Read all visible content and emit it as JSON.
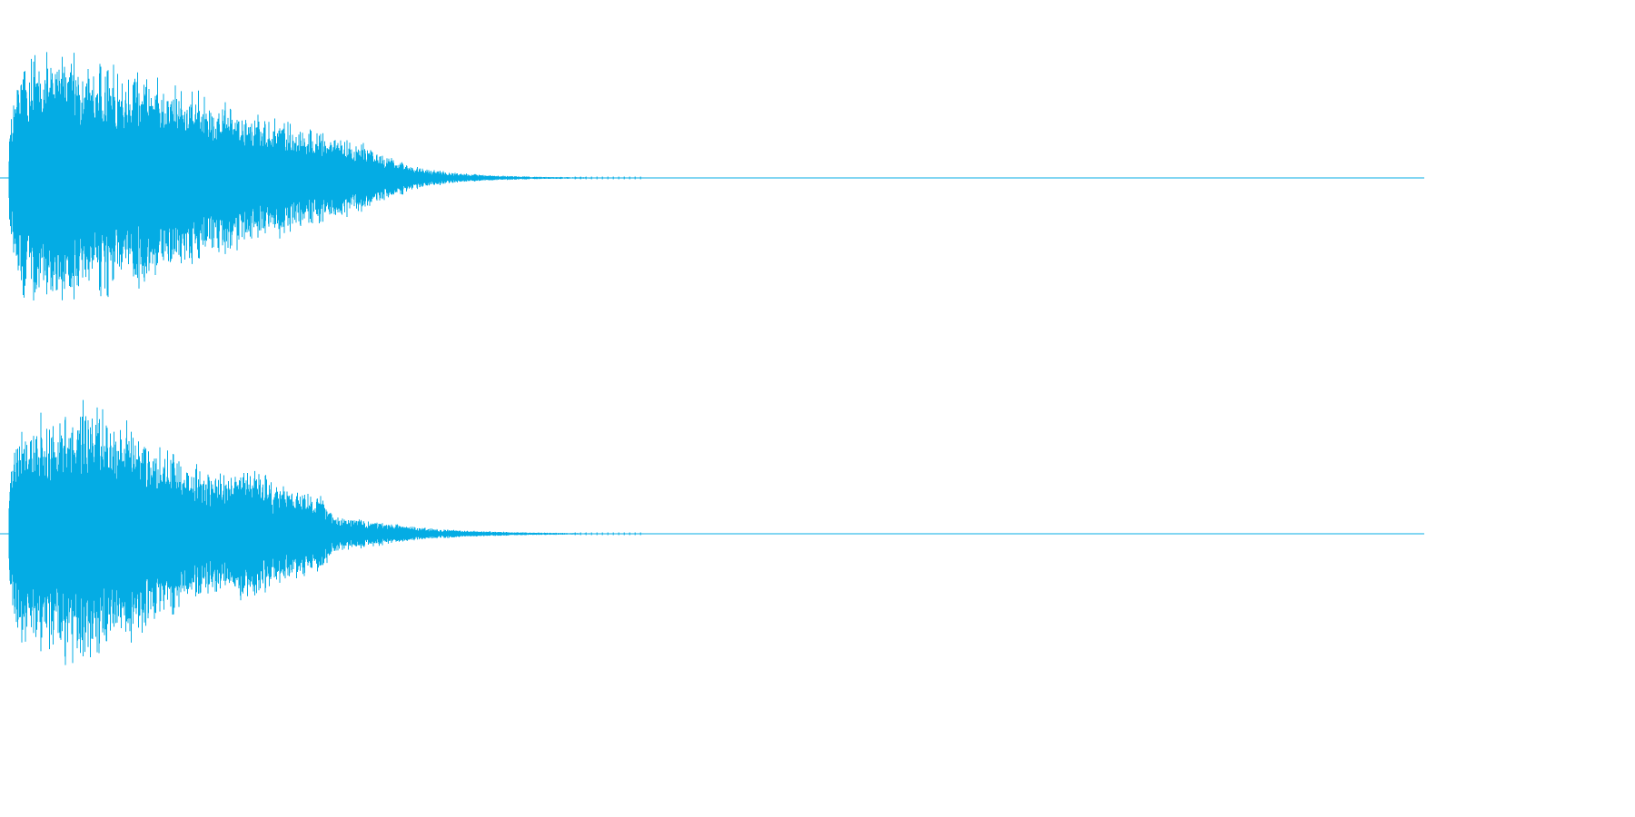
{
  "waveform": {
    "wave_color": "#04ACE4",
    "background_color": "#FFFFFF",
    "channel_count": 2,
    "channels": [
      {
        "name": "",
        "envelope": [
          [
            0.0,
            0.35
          ],
          [
            0.004,
            0.72
          ],
          [
            0.01,
            0.93
          ],
          [
            0.02,
            0.98
          ],
          [
            0.035,
            0.95
          ],
          [
            0.06,
            0.9
          ],
          [
            0.08,
            0.86
          ],
          [
            0.1,
            0.79
          ],
          [
            0.13,
            0.67
          ],
          [
            0.16,
            0.55
          ],
          [
            0.19,
            0.45
          ],
          [
            0.22,
            0.36
          ],
          [
            0.25,
            0.26
          ],
          [
            0.27,
            0.16
          ],
          [
            0.29,
            0.08
          ],
          [
            0.31,
            0.045
          ],
          [
            0.34,
            0.02
          ],
          [
            0.37,
            0.01
          ],
          [
            0.41,
            0.005
          ],
          [
            0.44,
            0.0
          ]
        ]
      },
      {
        "name": "",
        "envelope": [
          [
            0.0,
            0.35
          ],
          [
            0.004,
            0.7
          ],
          [
            0.01,
            0.82
          ],
          [
            0.03,
            0.95
          ],
          [
            0.05,
            1.0
          ],
          [
            0.07,
            0.9
          ],
          [
            0.09,
            0.83
          ],
          [
            0.1,
            0.68
          ],
          [
            0.13,
            0.52
          ],
          [
            0.15,
            0.45
          ],
          [
            0.17,
            0.52
          ],
          [
            0.19,
            0.38
          ],
          [
            0.22,
            0.28
          ],
          [
            0.23,
            0.14
          ],
          [
            0.26,
            0.09
          ],
          [
            0.29,
            0.05
          ],
          [
            0.32,
            0.025
          ],
          [
            0.36,
            0.012
          ],
          [
            0.4,
            0.006
          ],
          [
            0.44,
            0.0
          ]
        ]
      }
    ]
  }
}
